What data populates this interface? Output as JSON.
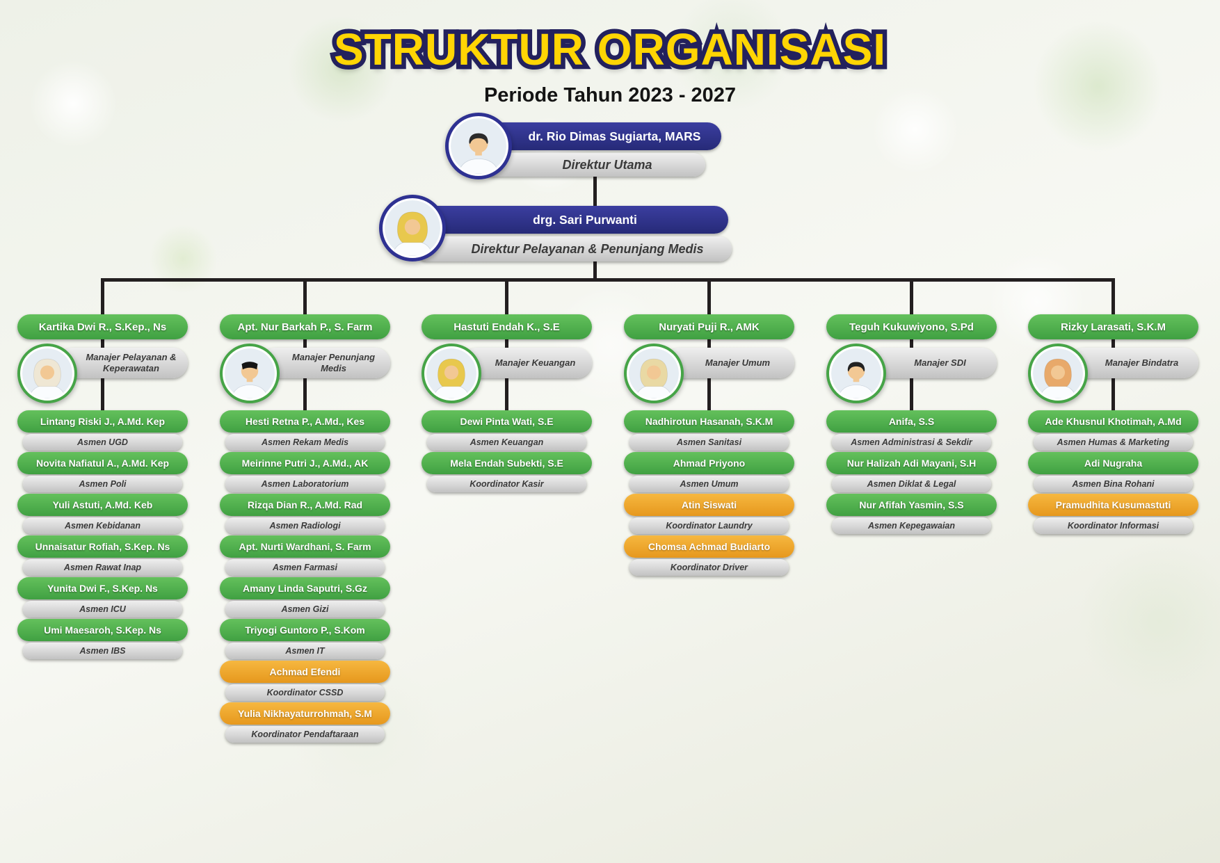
{
  "title": "STRUKTUR ORGANISASI",
  "subtitle": "Periode Tahun 2023 - 2027",
  "colors": {
    "green": "#46a447",
    "orange": "#f0a62e",
    "gray": "#cdcdcd",
    "blue": "#2e3192",
    "yellow": "#ffd504",
    "outline": "#23215d",
    "line": "#231f20"
  },
  "directors": [
    {
      "name": "dr. Rio Dimas Sugiarta, MARS",
      "role": "Direktur Utama",
      "avatar": {
        "style": "male",
        "color": "#2b2b2b"
      }
    },
    {
      "name": "drg. Sari Purwanti",
      "role": "Direktur Pelayanan & Penunjang Medis",
      "avatar": {
        "style": "hijab",
        "color": "#e8c84d"
      }
    }
  ],
  "branches": [
    {
      "manager": {
        "name": "Kartika Dwi R., S.Kep., Ns",
        "role": "Manajer Pelayanan & Keperawatan",
        "avatar": {
          "style": "hijab",
          "color": "#efe7d4"
        }
      },
      "members": [
        {
          "name": "Lintang Riski J., A.Md. Kep",
          "role": "Asmen UGD",
          "type": "green"
        },
        {
          "name": "Novita Nafiatul A., A.Md. Kep",
          "role": "Asmen Poli",
          "type": "green"
        },
        {
          "name": "Yuli Astuti, A.Md. Keb",
          "role": "Asmen Kebidanan",
          "type": "green"
        },
        {
          "name": "Unnaisatur Rofiah, S.Kep. Ns",
          "role": "Asmen Rawat Inap",
          "type": "green"
        },
        {
          "name": "Yunita Dwi F., S.Kep. Ns",
          "role": "Asmen ICU",
          "type": "green"
        },
        {
          "name": "Umi Maesaroh, S.Kep. Ns",
          "role": "Asmen IBS",
          "type": "green"
        }
      ]
    },
    {
      "manager": {
        "name": "Apt. Nur Barkah P., S. Farm",
        "role": "Manajer Penunjang Medis",
        "avatar": {
          "style": "male-cap",
          "color": "#151515"
        }
      },
      "members": [
        {
          "name": "Hesti Retna P., A.Md., Kes",
          "role": "Asmen Rekam Medis",
          "type": "green"
        },
        {
          "name": "Meirinne Putri J., A.Md., AK",
          "role": "Asmen Laboratorium",
          "type": "green"
        },
        {
          "name": "Rizqa Dian R., A.Md. Rad",
          "role": "Asmen Radiologi",
          "type": "green"
        },
        {
          "name": "Apt. Nurti Wardhani, S. Farm",
          "role": "Asmen Farmasi",
          "type": "green"
        },
        {
          "name": "Amany Linda Saputri, S.Gz",
          "role": "Asmen Gizi",
          "type": "green"
        },
        {
          "name": "Triyogi Guntoro P., S.Kom",
          "role": "Asmen IT",
          "type": "green"
        },
        {
          "name": "Achmad Efendi",
          "role": "Koordinator CSSD",
          "type": "orange"
        },
        {
          "name": "Yulia Nikhayaturrohmah, S.M",
          "role": "Koordinator Pendaftaraan",
          "type": "orange"
        }
      ]
    },
    {
      "manager": {
        "name": "Hastuti Endah K., S.E",
        "role": "Manajer Keuangan",
        "avatar": {
          "style": "hijab",
          "color": "#e8c84d"
        }
      },
      "members": [
        {
          "name": "Dewi Pinta Wati, S.E",
          "role": "Asmen Keuangan",
          "type": "green"
        },
        {
          "name": "Mela Endah Subekti, S.E",
          "role": "Koordinator Kasir",
          "type": "green"
        }
      ]
    },
    {
      "manager": {
        "name": "Nuryati Puji R., AMK",
        "role": "Manajer Umum",
        "avatar": {
          "style": "hijab",
          "color": "#e9d9a4"
        }
      },
      "members": [
        {
          "name": "Nadhirotun Hasanah, S.K.M",
          "role": "Asmen Sanitasi",
          "type": "green"
        },
        {
          "name": "Ahmad Priyono",
          "role": "Asmen Umum",
          "type": "green"
        },
        {
          "name": "Atin Siswati",
          "role": "Koordinator Laundry",
          "type": "orange"
        },
        {
          "name": "Chomsa Achmad Budiarto",
          "role": "Koordinator Driver",
          "type": "orange"
        }
      ]
    },
    {
      "manager": {
        "name": "Teguh Kukuwiyono, S.Pd",
        "role": "Manajer SDI",
        "avatar": {
          "style": "male",
          "color": "#222222"
        }
      },
      "members": [
        {
          "name": "Anifa, S.S",
          "role": "Asmen Administrasi & Sekdir",
          "type": "green"
        },
        {
          "name": "Nur Halizah Adi Mayani, S.H",
          "role": "Asmen Diklat & Legal",
          "type": "green"
        },
        {
          "name": "Nur Afifah Yasmin, S.S",
          "role": "Asmen Kepegawaian",
          "type": "green"
        }
      ]
    },
    {
      "manager": {
        "name": "Rizky Larasati, S.K.M",
        "role": "Manajer Bindatra",
        "avatar": {
          "style": "hijab",
          "color": "#e8a96a"
        }
      },
      "members": [
        {
          "name": "Ade Khusnul Khotimah, A.Md",
          "role": "Asmen Humas & Marketing",
          "type": "green"
        },
        {
          "name": "Adi Nugraha",
          "role": "Asmen Bina Rohani",
          "type": "green"
        },
        {
          "name": "Pramudhita Kusumastuti",
          "role": "Koordinator Informasi",
          "type": "orange"
        }
      ]
    }
  ]
}
